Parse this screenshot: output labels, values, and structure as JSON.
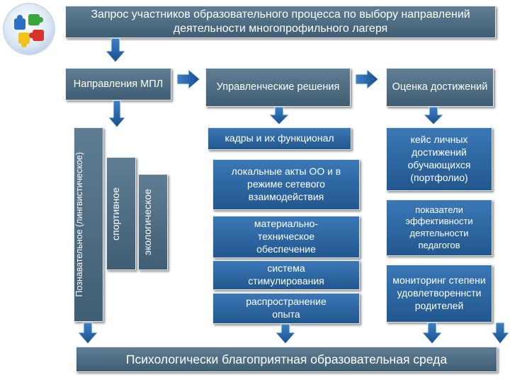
{
  "title": "Запрос участников образовательного процесса по выбору направлений деятельности многопрофильного лагеря",
  "col1": {
    "header": "Направления МПЛ",
    "vertical": [
      "Познавательное (лингвистическое)",
      "спортивное",
      "экологическое"
    ]
  },
  "col2": {
    "header": "Управленческие решения",
    "items": [
      "кадры и их функционал",
      "локальные акты ОО и в режиме сетевого взаимодействия",
      "материально-техническое обеспечение",
      "система стимулирования",
      "распространение опыта"
    ]
  },
  "col3": {
    "header": "Оценка достижений",
    "items": [
      "кейс личных достижений обучающихся (портфолио)",
      "показатели эффективности деятельности педагогов",
      "мониторинг степени удовлетвореннсти родителей"
    ]
  },
  "footer": "Психологически благоприятная образовательная среда",
  "colors": {
    "dark_box": "#4f6d83",
    "blue_box": "#2d68a4",
    "arrow": "#1f5d9a",
    "arrow_outline": "#e6eef7"
  }
}
